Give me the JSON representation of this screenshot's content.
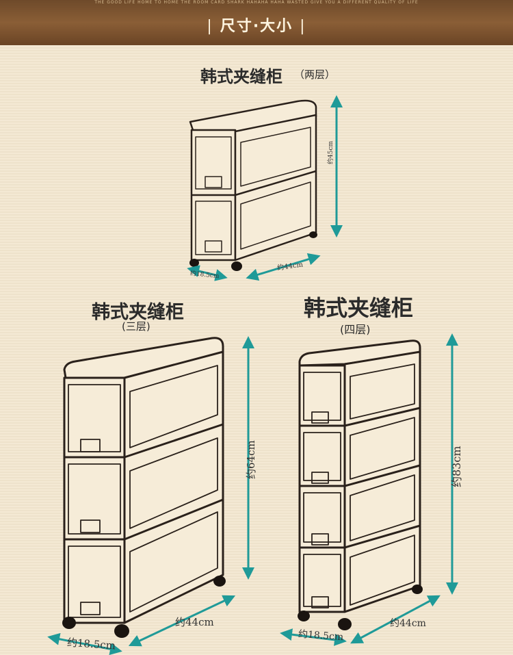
{
  "banner": {
    "tagline": "THE GOOD LIFE HOME TO HOME  THE ROOM CARD SHARK HAHAHA HAHA WASTED GIVE YOU A DIFFERENT QUALITY OF LIFE",
    "bar_left": "|",
    "title": "尺寸·大小",
    "bar_right": "|"
  },
  "products": [
    {
      "title": "韩式夹缝柜",
      "subtitle": "（两层）",
      "height": "约45cm",
      "width": "约44cm",
      "depth": "约18.5cm"
    },
    {
      "title": "韩式夹缝柜",
      "subtitle": "(三层)",
      "height": "约64cm",
      "width": "约44cm",
      "depth": "约18.5cm"
    },
    {
      "title": "韩式夹缝柜",
      "subtitle": "(四层)",
      "height": "约83cm",
      "width": "约44cm",
      "depth": "约18.5cm"
    }
  ],
  "colors": {
    "banner": "#7b532f",
    "background": "#f3e7cf",
    "outline": "#2a211b",
    "arrow": "#1f9a98"
  }
}
